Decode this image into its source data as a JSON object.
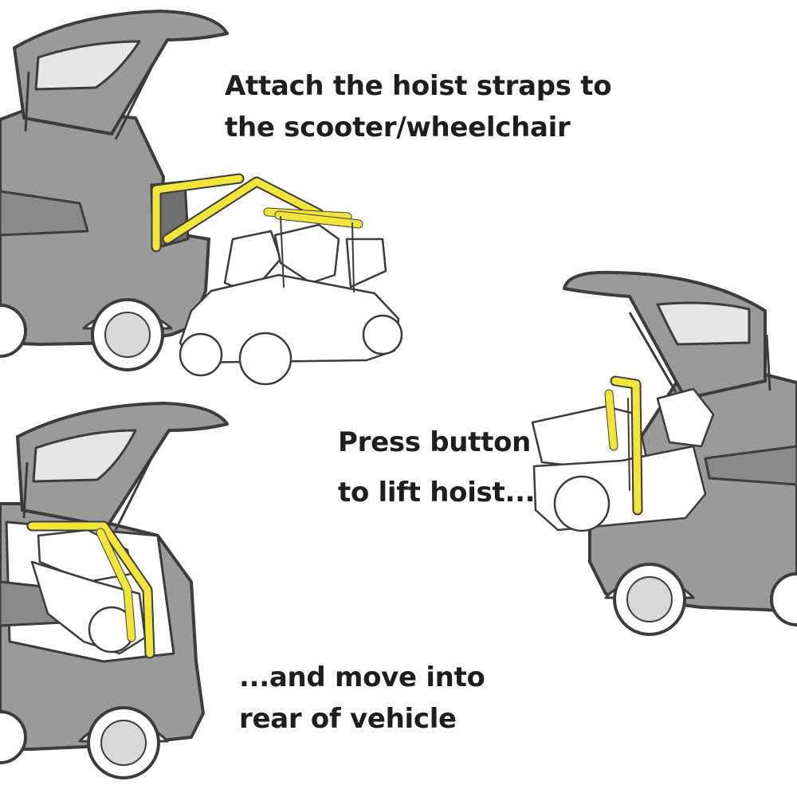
{
  "colors": {
    "car_body": "#9a9a9a",
    "car_outline": "#3c3c3c",
    "window_glass": "#e6e6e6",
    "hoist": "#f2e43a",
    "scooter": "#ffffff",
    "text": "#1e1e1e"
  },
  "steps": [
    {
      "line1": "Attach the hoist straps to",
      "line2": "the scooter/wheelchair"
    },
    {
      "line1": "Press button",
      "line2": "to lift hoist..."
    },
    {
      "line1": "...and move into",
      "line2": "rear of vehicle"
    }
  ]
}
